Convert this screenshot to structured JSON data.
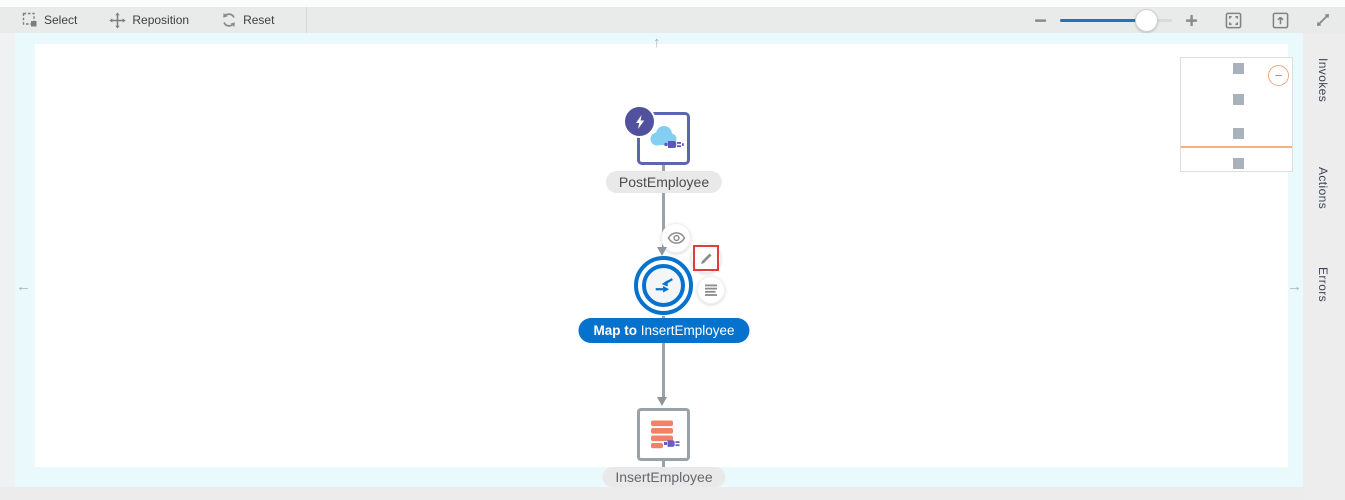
{
  "toolbar": {
    "select": "Select",
    "reposition": "Reposition",
    "reset": "Reset"
  },
  "zoom": {
    "slider_fill_percent": 78
  },
  "glyphs": {
    "up_arrow": "↑",
    "left_arrow": "←",
    "right_arrow": "→",
    "minimap_collapse": "−"
  },
  "flow": {
    "trigger": {
      "label": "PostEmployee"
    },
    "mapper": {
      "action": "Map to",
      "target": "InsertEmployee"
    },
    "invoke": {
      "label": "InsertEmployee"
    }
  },
  "sidebar": {
    "tabs": [
      {
        "label": "Invokes"
      },
      {
        "label": "Actions"
      },
      {
        "label": "Errors"
      }
    ]
  },
  "colors": {
    "accent_blue": "#0572ce",
    "node_purple": "#5a66ad",
    "invoke_salmon": "#ef8267",
    "plug_purple": "#5b55c4",
    "minimap_orange": "#f2b186",
    "highlight_red": "#e23c3c",
    "connector_gray": "#9aa2aa"
  }
}
